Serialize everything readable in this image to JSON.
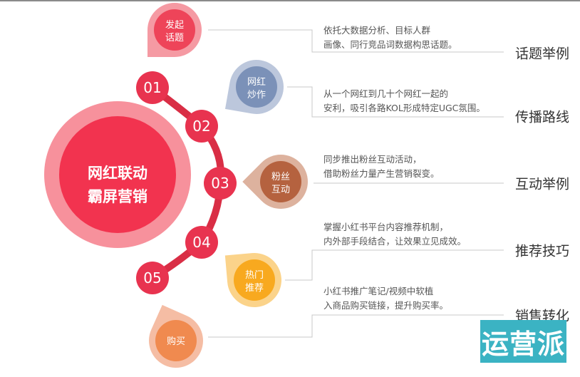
{
  "center": {
    "line1": "网红联动",
    "line2": "霸屏营销"
  },
  "steps": [
    {
      "number": "01",
      "pin_line1": "发起",
      "pin_line2": "话题",
      "desc_line1": "依托大数据分析、目标人群",
      "desc_line2": "画像、同行竞品词数据构思话题。",
      "label": "话题举例",
      "outer_color": "#f59aa3",
      "inner_color": "#ee4459"
    },
    {
      "number": "02",
      "pin_line1": "网红",
      "pin_line2": "炒作",
      "desc_line1": "从一个网红到几十个网红一起的",
      "desc_line2": "安利，吸引各路KOL形成特定UGC氛围。",
      "label": "传播路线",
      "outer_color": "#bcc7dc",
      "inner_color": "#7b91b8"
    },
    {
      "number": "03",
      "pin_line1": "粉丝",
      "pin_line2": "互动",
      "desc_line1": "同步推出粉丝互动活动，",
      "desc_line2": "借助粉丝力量产生营销裂变。",
      "label": "互动举例",
      "outer_color": "#ddb29e",
      "inner_color": "#b5623f"
    },
    {
      "number": "04",
      "pin_line1": "热门",
      "pin_line2": "推荐",
      "desc_line1": "掌握小红书平台内容推荐机制，",
      "desc_line2": "内外部手段结合，让效果立见成效。",
      "label": "推荐技巧",
      "outer_color": "#fbd38a",
      "inner_color": "#f8a91f"
    },
    {
      "number": "05",
      "pin_line1": "购买",
      "pin_line2": "",
      "desc_line1": "小红书推广笔记/视频中软植",
      "desc_line2": "入商品购买链接，提升购买率。",
      "label": "销售转化",
      "outer_color": "#f5bda4",
      "inner_color": "#f08a4f"
    }
  ],
  "watermark": "运营派",
  "colors": {
    "accent": "#e8334f",
    "arc": "#d92e45",
    "center_outer": "#f7919c",
    "watermark_bg": "#3bb3c3"
  }
}
